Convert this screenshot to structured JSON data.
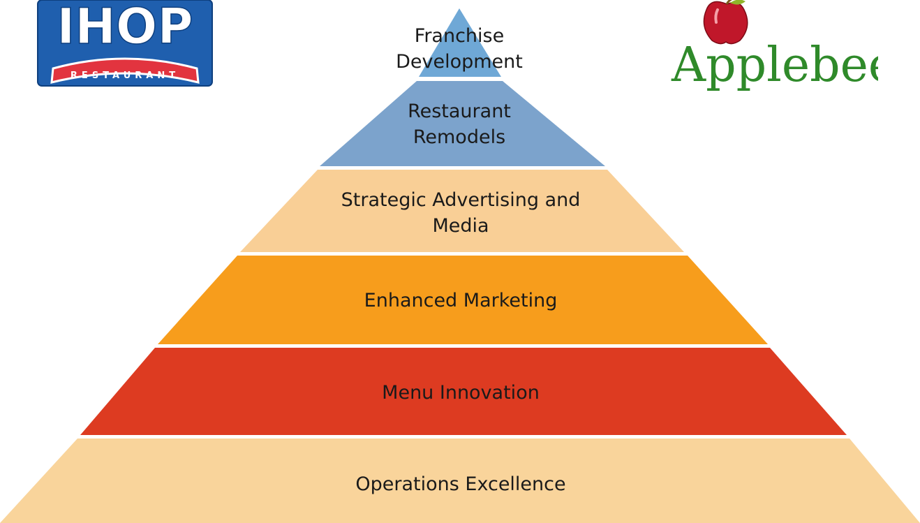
{
  "logos": {
    "left": {
      "brand": "IHOP",
      "tagline": "RESTAURANT"
    },
    "right": {
      "brand": "Applebee's"
    }
  },
  "pyramid": {
    "tiers": [
      {
        "label": "Franchise\nDevelopment",
        "color": "#6fa8d6"
      },
      {
        "label": "Restaurant\nRemodels",
        "color": "#7ca3cc"
      },
      {
        "label": "Strategic Advertising and\nMedia",
        "color": "#f9cf96"
      },
      {
        "label": "Enhanced Marketing",
        "color": "#f79d1c"
      },
      {
        "label": "Menu Innovation",
        "color": "#dd3b21"
      },
      {
        "label": "Operations Excellence",
        "color": "#f9d49b"
      }
    ]
  },
  "colors": {
    "ihop_blue": "#1f5fae",
    "ihop_red": "#e2343f",
    "applebees_green": "#2f8a2a",
    "apple_red": "#c0172a"
  }
}
